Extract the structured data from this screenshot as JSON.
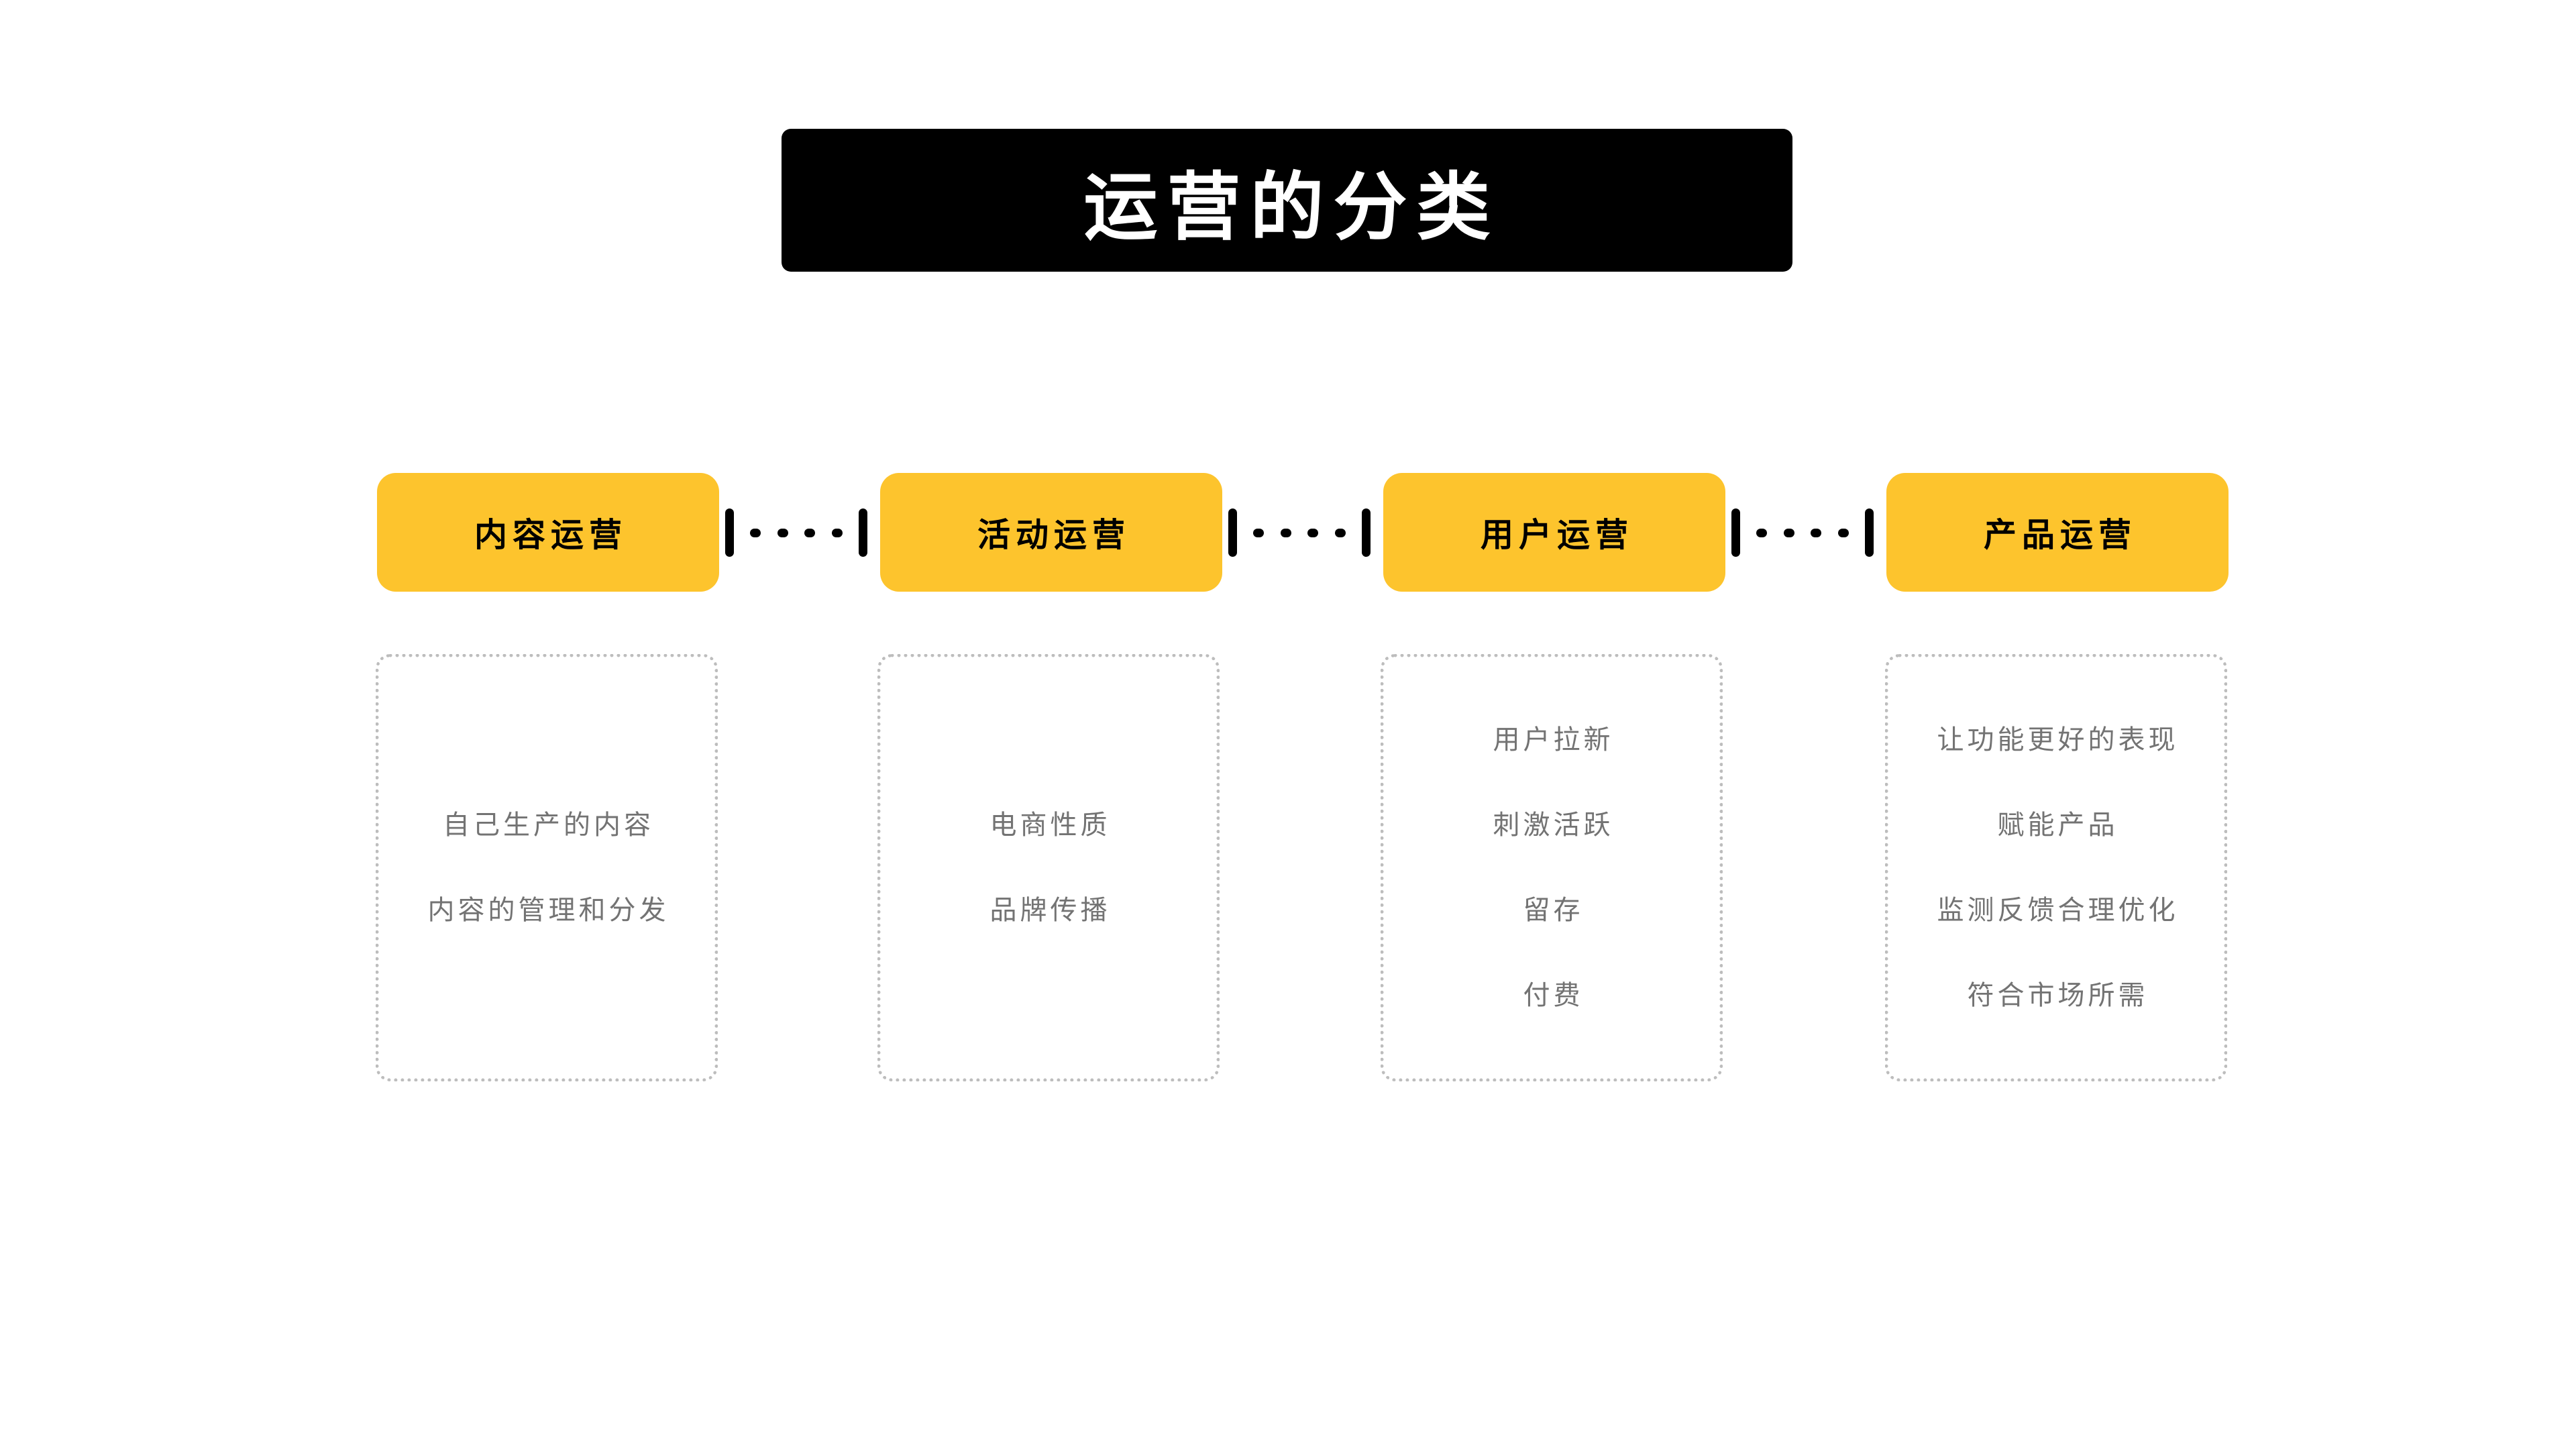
{
  "title": "运营的分类",
  "colors": {
    "node_fill": "#FDC42D",
    "banner_fill": "#000000",
    "banner_text": "#FFFFFF",
    "detail_text": "#737373",
    "detail_border": "#BDBDBD",
    "connector": "#000000"
  },
  "columns": [
    {
      "label": "内容运营",
      "items": [
        "自己生产的内容",
        "内容的管理和分发"
      ]
    },
    {
      "label": "活动运营",
      "items": [
        "电商性质",
        "品牌传播"
      ]
    },
    {
      "label": "用户运营",
      "items": [
        "用户拉新",
        "刺激活跃",
        "留存",
        "付费"
      ]
    },
    {
      "label": "产品运营",
      "items": [
        "让功能更好的表现",
        "赋能产品",
        "监测反馈合理优化",
        "符合市场所需"
      ]
    }
  ]
}
